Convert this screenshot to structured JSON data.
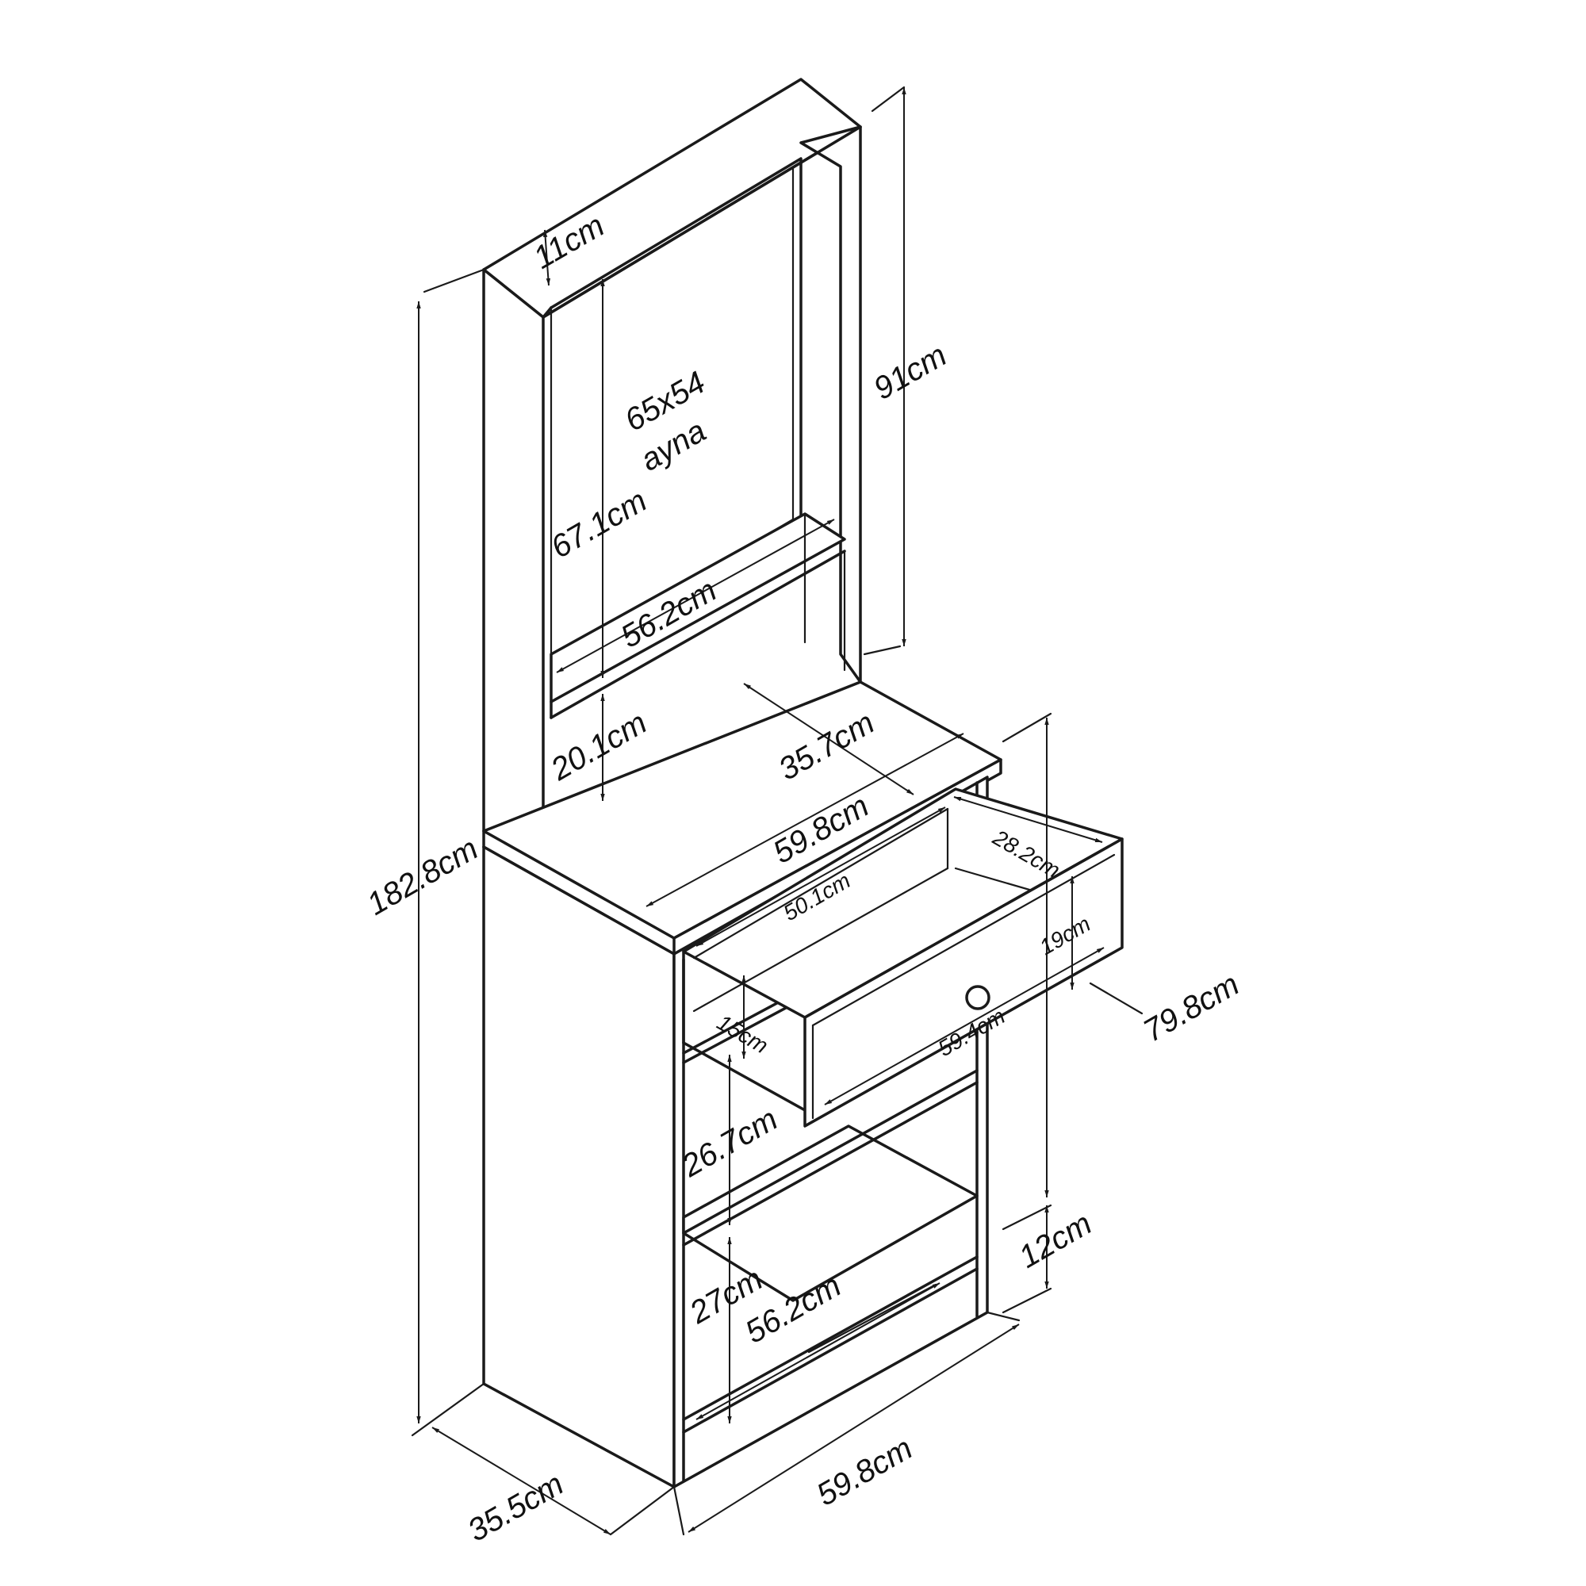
{
  "diagram": {
    "mirror_text": {
      "line1": "65x54",
      "line2": "ayna"
    },
    "dims": {
      "top_depth": "11cm",
      "mirror_height": "91cm",
      "total_height": "182.8cm",
      "mirror_inner_height": "67.1cm",
      "upper_shelf_width": "56.2cm",
      "lower_opening_height": "20.1cm",
      "table_depth": "35.7cm",
      "table_width": "59.8cm",
      "drawer_inner_width": "50.1cm",
      "drawer_inner_depth": "28.2cm",
      "drawer_front_height": "19cm",
      "drawer_front_width": "59.4cm",
      "drawer_inner_height": "15cm",
      "body_height": "79.8cm",
      "shelf_gap_upper": "26.7cm",
      "shelf_gap_lower": "27cm",
      "bottom_shelf_width": "56.2cm",
      "plinth_height": "12cm",
      "base_width": "59.8cm",
      "base_depth": "35.5cm"
    }
  }
}
